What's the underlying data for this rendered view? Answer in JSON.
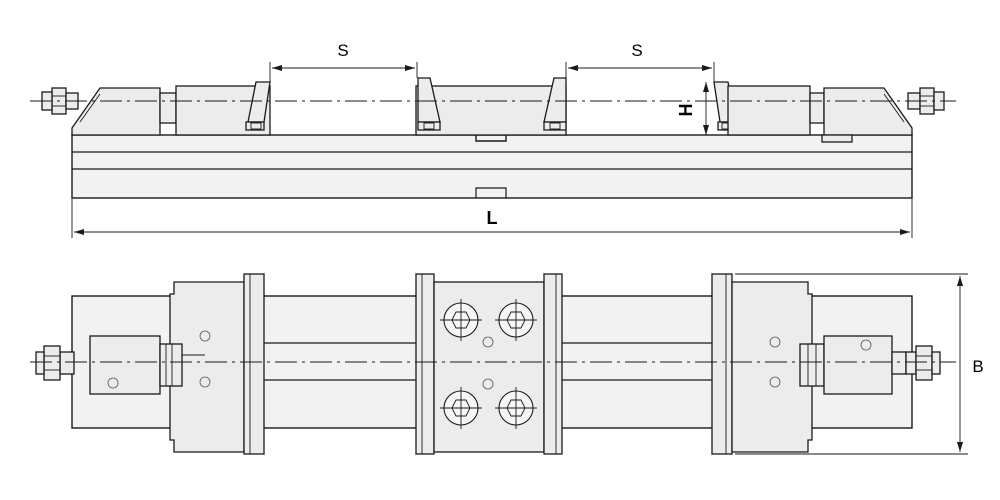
{
  "dimensions": {
    "spacing_left": "S",
    "spacing_right": "S",
    "height": "H",
    "length": "L",
    "width": "B"
  }
}
